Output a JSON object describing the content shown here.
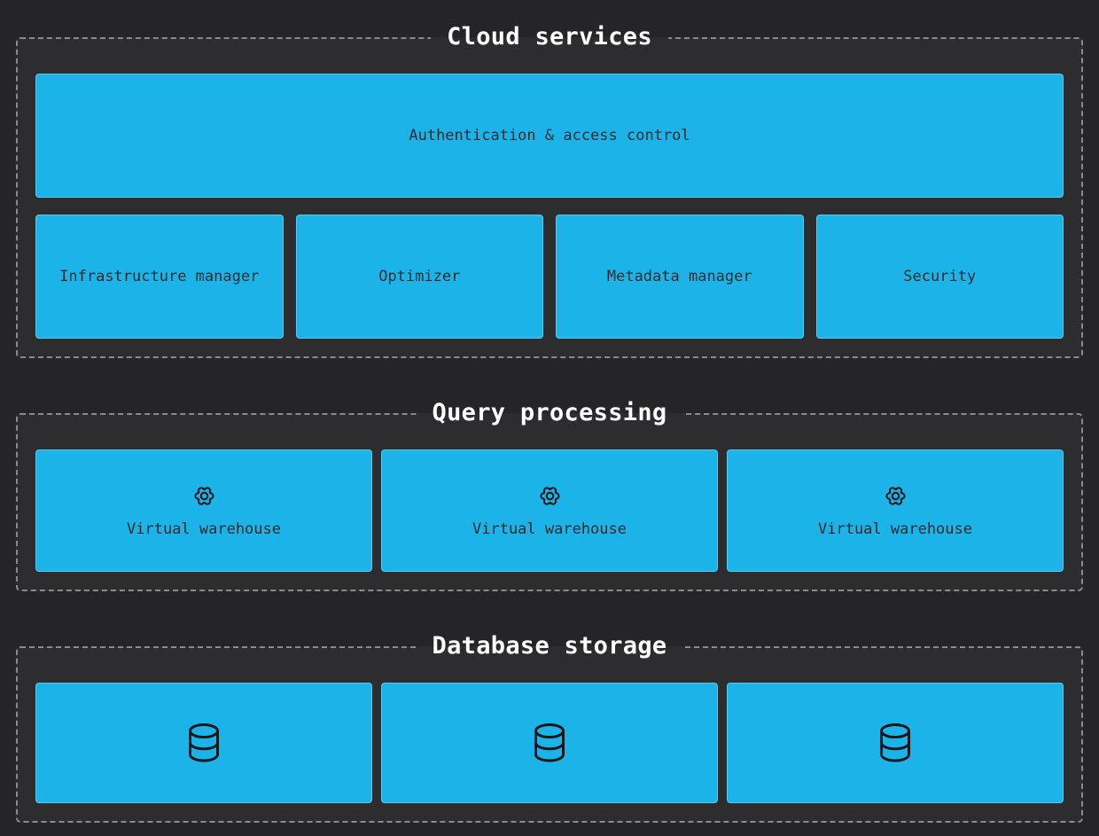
{
  "sections": {
    "cloud_services": {
      "title": "Cloud services",
      "wide_box_label": "Authentication & access control",
      "boxes": [
        {
          "label": "Infrastructure manager"
        },
        {
          "label": "Optimizer"
        },
        {
          "label": "Metadata manager"
        },
        {
          "label": "Security"
        }
      ]
    },
    "query_processing": {
      "title": "Query processing",
      "boxes": [
        {
          "label": "Virtual warehouse",
          "icon": "gear-icon"
        },
        {
          "label": "Virtual warehouse",
          "icon": "gear-icon"
        },
        {
          "label": "Virtual warehouse",
          "icon": "gear-icon"
        }
      ]
    },
    "database_storage": {
      "title": "Database storage",
      "boxes": [
        {
          "icon": "database-icon"
        },
        {
          "icon": "database-icon"
        },
        {
          "icon": "database-icon"
        }
      ]
    }
  },
  "colors": {
    "page_bg": "#252527",
    "panel_bg": "#2d2d2f",
    "panel_border": "#8b8b8b",
    "accent_box": "#1cb4e8",
    "box_text": "#262b2e",
    "title_text": "#ffffff",
    "icon_stroke": "#15181a"
  }
}
